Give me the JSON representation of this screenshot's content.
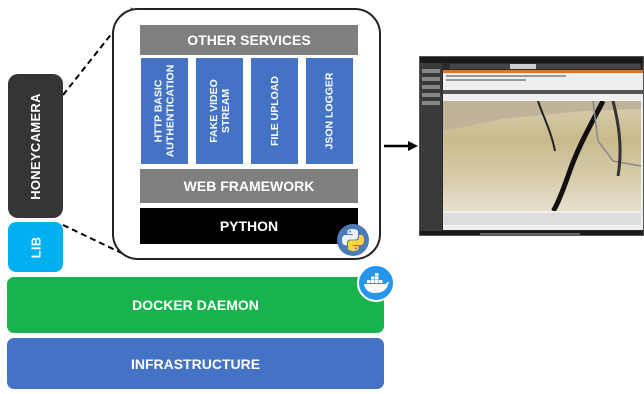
{
  "layers": {
    "infrastructure": "INFRASTRUCTURE",
    "docker_daemon": "DOCKER DAEMON"
  },
  "tags": {
    "honeycamera": "HONEYCAMERA",
    "lib": "LIB"
  },
  "stack": {
    "other_services": "OTHER SERVICES",
    "services": [
      "HTTP BASIC\nAUTHENTICATION",
      "FAKE VIDEO\nSTREAM",
      "FILE UPLOAD",
      "JSON LOGGER"
    ],
    "web_framework": "WEB FRAMEWORK",
    "python": "PYTHON"
  },
  "icons": {
    "python": "python-logo-icon",
    "docker": "docker-whale-icon",
    "arrow": "right-arrow-icon"
  },
  "colors": {
    "infrastructure": "#4472c4",
    "docker_daemon": "#18b34c",
    "honeycamera": "#353535",
    "lib": "#00b0f0",
    "services": "#4472c4",
    "gray_layers": "#7f7f7f",
    "python_layer": "#000000"
  }
}
